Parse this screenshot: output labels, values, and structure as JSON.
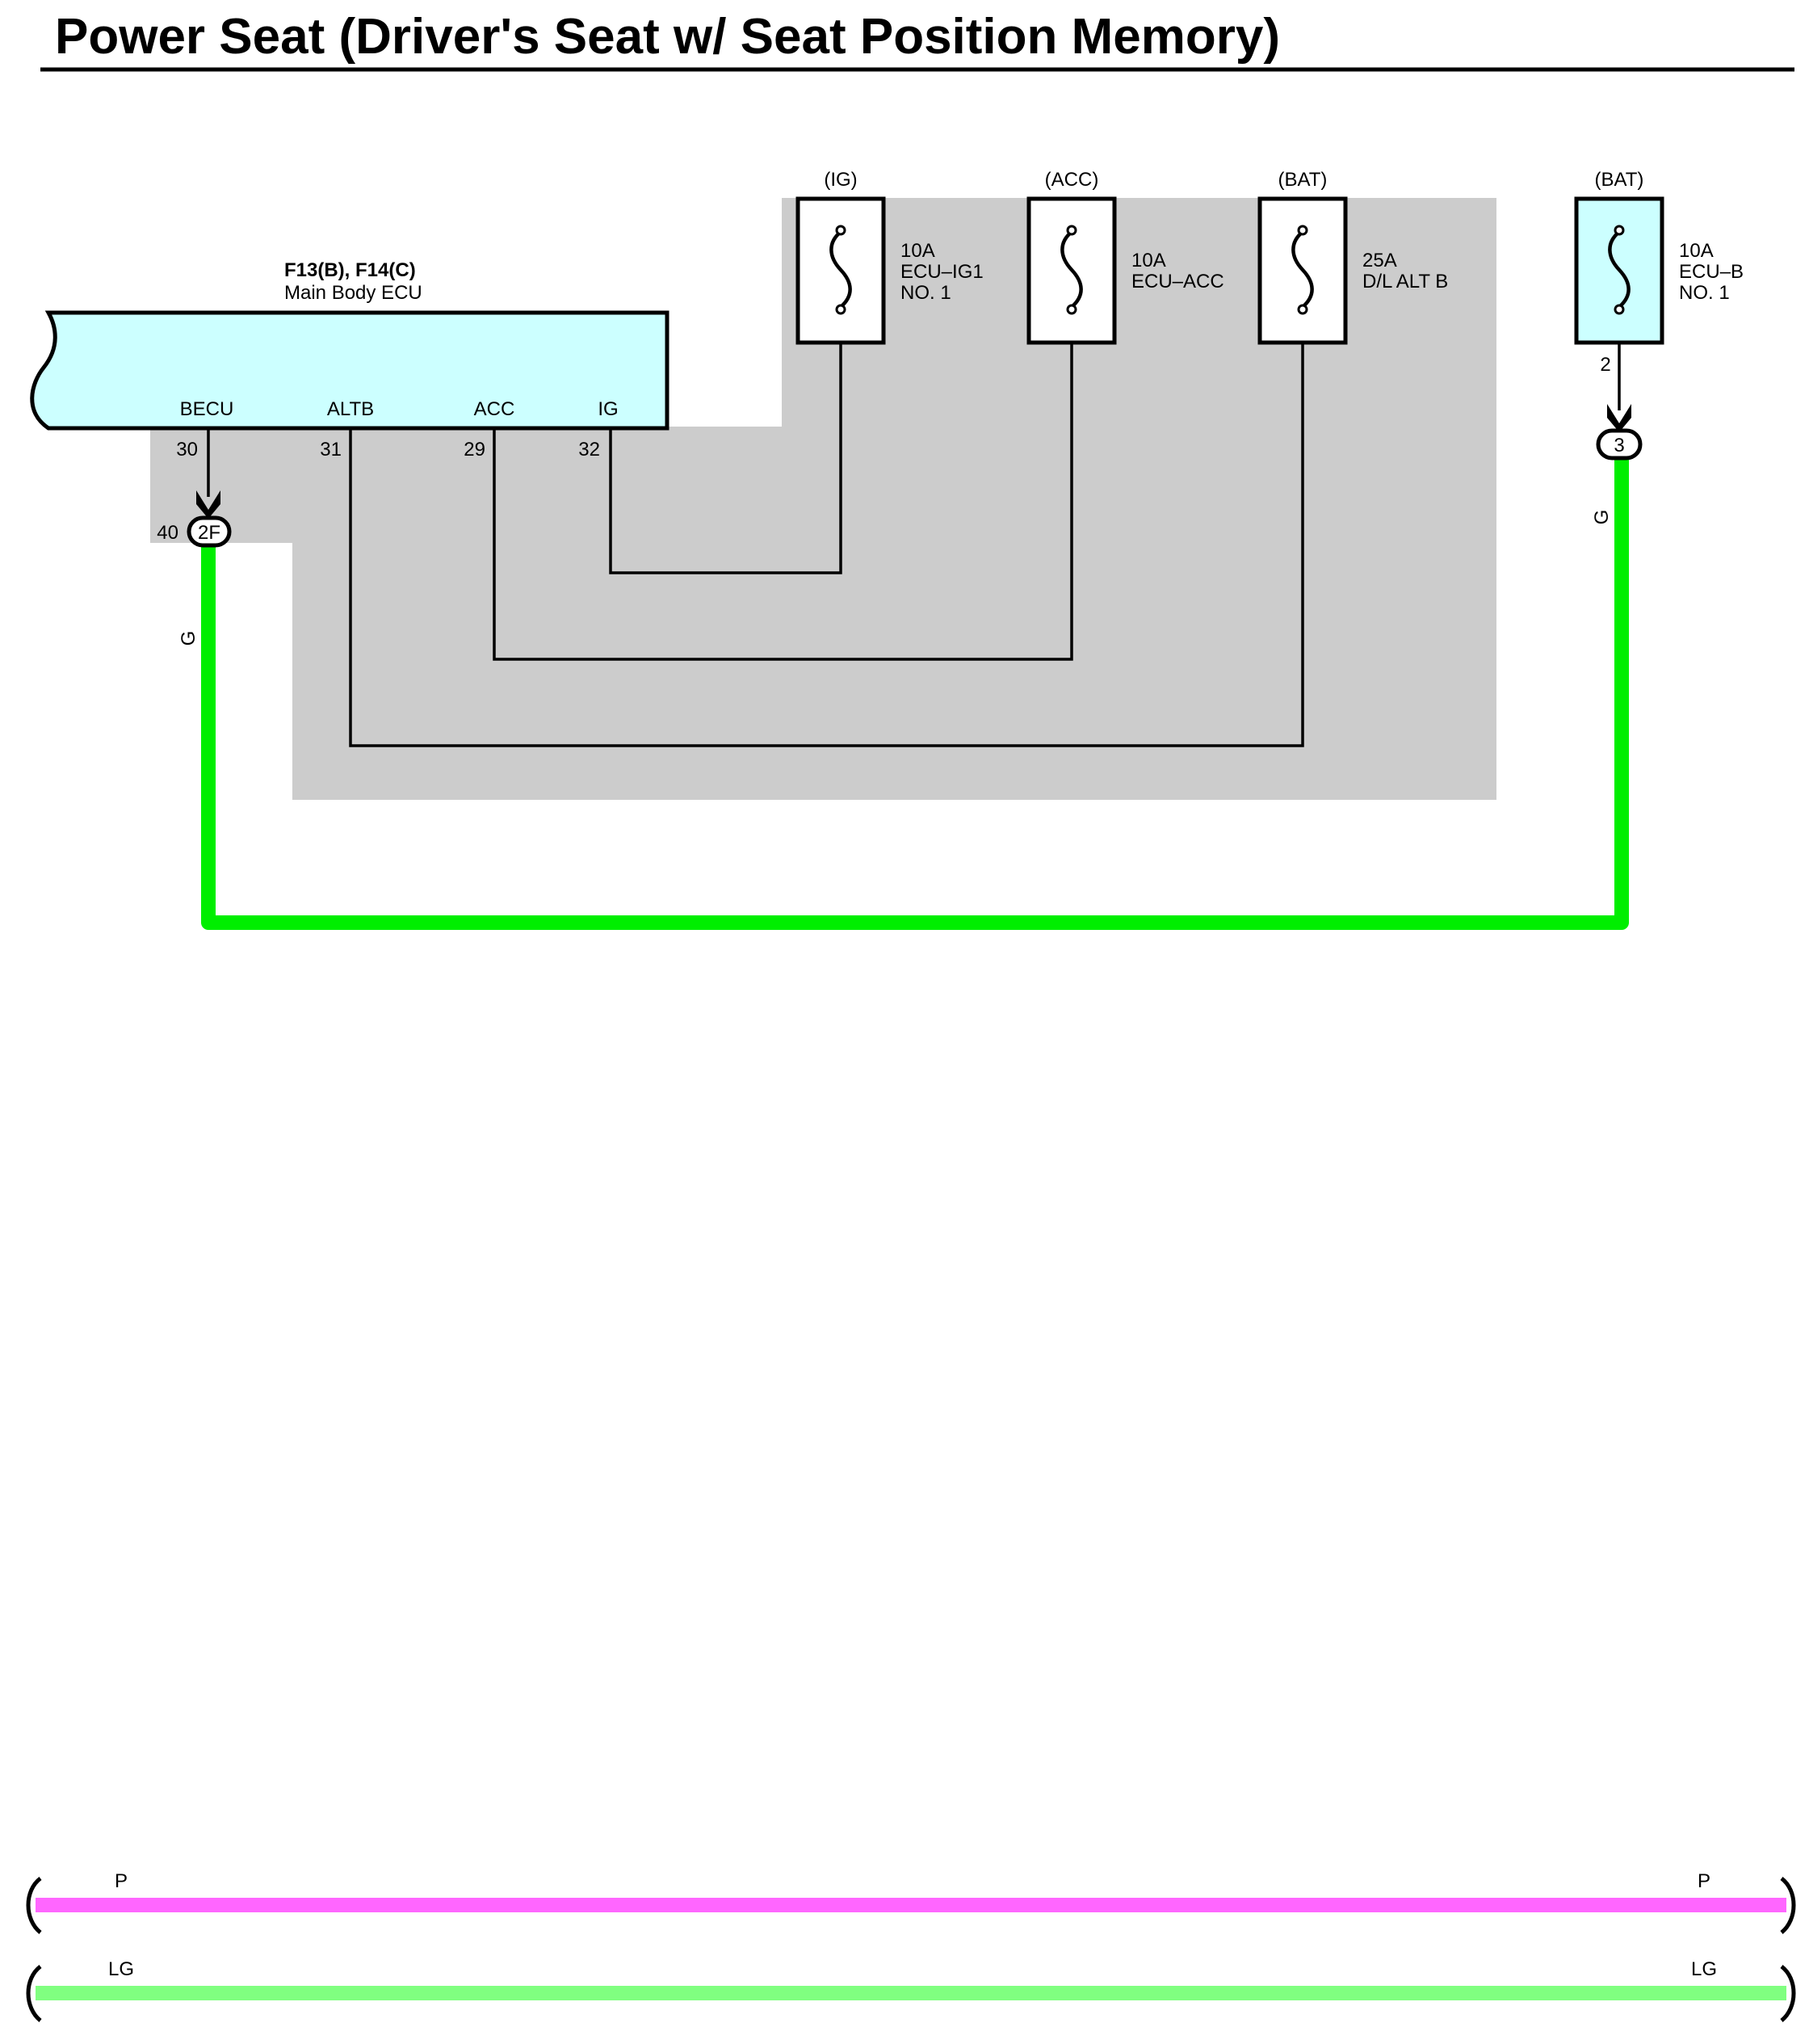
{
  "title": "Power Seat (Driver's Seat w/ Seat Position Memory)",
  "colors": {
    "shade": "#cccccc",
    "ecu_fill": "#ccffff",
    "wire_g": "#00ee00",
    "wire_p": "#ff66ff",
    "wire_lg": "#80ff80"
  },
  "ecu": {
    "connector": "F13(B), F14(C)",
    "name": "Main Body ECU",
    "pins": [
      {
        "name": "BECU",
        "number": "30"
      },
      {
        "name": "ALTB",
        "number": "31"
      },
      {
        "name": "ACC",
        "number": "29"
      },
      {
        "name": "IG",
        "number": "32"
      }
    ]
  },
  "fuses": [
    {
      "source": "(IG)",
      "rating": "10A",
      "name_1": "ECU–IG1",
      "name_2": "NO. 1"
    },
    {
      "source": "(ACC)",
      "rating": "10A",
      "name_1": "ECU–ACC",
      "name_2": ""
    },
    {
      "source": "(BAT)",
      "rating": "25A",
      "name_1": "D/L ALT B",
      "name_2": ""
    },
    {
      "source": "(BAT)",
      "rating": "10A",
      "name_1": "ECU–B",
      "name_2": "NO. 1",
      "pin": "2"
    }
  ],
  "connectors": {
    "left": {
      "id": "2F",
      "pin": "40"
    },
    "right": {
      "id": "3"
    }
  },
  "wire_labels": {
    "left": "G",
    "right": "G"
  },
  "bottom_wires": [
    {
      "left_label": "P",
      "right_label": "P"
    },
    {
      "left_label": "LG",
      "right_label": "LG"
    }
  ],
  "icons": [
    "fuse-icon",
    "connector-arrow-icon",
    "wire-break-icon"
  ]
}
